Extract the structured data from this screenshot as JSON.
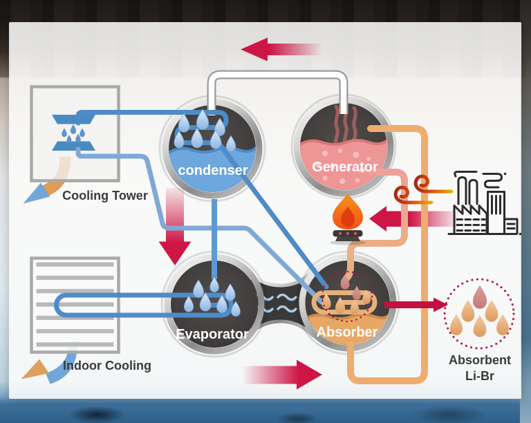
{
  "labels": {
    "condenser": "condenser",
    "generator": "Generator",
    "evaporator": "Evaporator",
    "absorber": "Absorber",
    "cooling_tower": "Cooling Tower",
    "indoor_cooling": "Indoor Cooling",
    "absorbent_line1": "Absorbent",
    "absorbent_line2": "Li-Br"
  },
  "icons": [
    "factory-icon",
    "flame-icon",
    "wind-swirl-icon",
    "water-droplet-icon",
    "fan-louver-icon",
    "radiator-louver-icon",
    "airflow-arrow-icon"
  ],
  "colors": {
    "arrow_red": "#ca1547",
    "pipe_blue": "#4e8cc8",
    "pipe_blue_light": "#7fa9d4",
    "pipe_orange": "#eeac6e",
    "pipe_salmon": "#efa19a",
    "liquid_blue": "#6ea6de",
    "liquid_salmon": "#ee9595",
    "liquid_tan": "#e9a765",
    "dotted_red": "#b5103a",
    "vessel_dark": "#3b3938",
    "metal_ring": "#c9c9c9"
  }
}
